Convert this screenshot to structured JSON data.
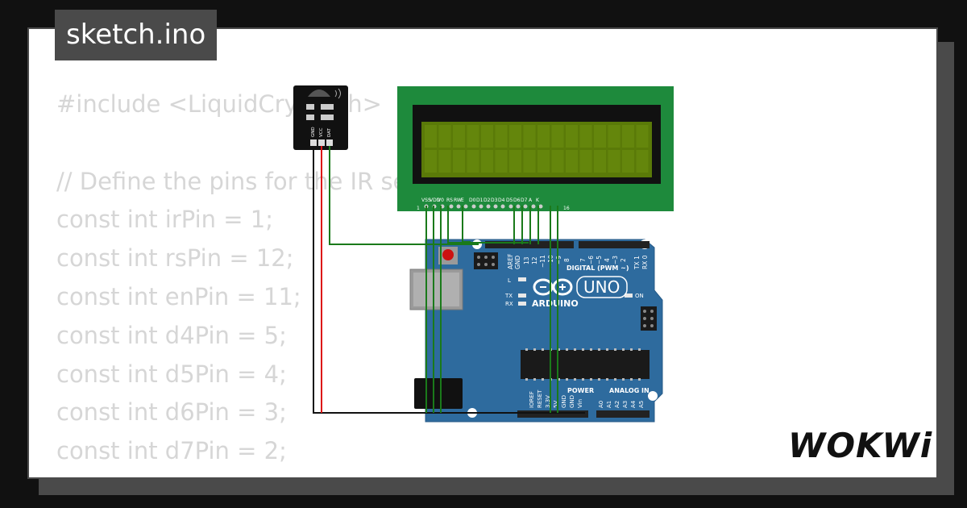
{
  "tab": {
    "title": "sketch.ino"
  },
  "code_lines": [
    "#include <LiquidCrystal.h>",
    "",
    "// Define the pins for the IR sensor",
    "const int irPin = 1;",
    "const int rsPin = 12;",
    "const int enPin = 11;",
    "const int d4Pin = 5;",
    "const int d5Pin = 4;",
    "const int d6Pin = 3;",
    "const int d7Pin = 2;"
  ],
  "ir_sensor": {
    "pin_labels": [
      "GND",
      "VCC",
      "DAT"
    ]
  },
  "lcd": {
    "pin_labels": [
      "VSS",
      "VDD",
      "V0",
      "RS",
      "RW",
      "E",
      "D0",
      "D1",
      "D2",
      "D3",
      "D4",
      "D5",
      "D6",
      "D7",
      "A",
      "K"
    ],
    "first_pin_number": "1",
    "last_pin_number": "16"
  },
  "arduino": {
    "model": "UNO",
    "brand": "ARDUINO",
    "digital_label": "DIGITAL (PWM ~)",
    "digital_pins": [
      "AREF",
      "GND",
      "13",
      "12",
      "~11",
      "~10",
      "~9",
      "8",
      "7",
      "~6",
      "~5",
      "4",
      "~3",
      "2",
      "TX 1",
      "RX 0"
    ],
    "power_label": "POWER",
    "power_pins": [
      "IOREF",
      "RESET",
      "3.3V",
      "5V",
      "GND",
      "GND",
      "Vin"
    ],
    "analog_label": "ANALOG IN",
    "analog_pins": [
      "A0",
      "A1",
      "A2",
      "A3",
      "A4",
      "A5"
    ],
    "led_labels": {
      "l": "L",
      "tx": "TX",
      "rx": "RX",
      "on": "ON"
    }
  },
  "logo": {
    "text": "WOKWi"
  },
  "colors": {
    "board": "#2e6b9e",
    "wire_green": "#1a7a1a",
    "wire_red": "#dd1111",
    "wire_black": "#111111",
    "lcd_pcb": "#1e8a3c",
    "lcd_screen": "#5a7a08"
  }
}
